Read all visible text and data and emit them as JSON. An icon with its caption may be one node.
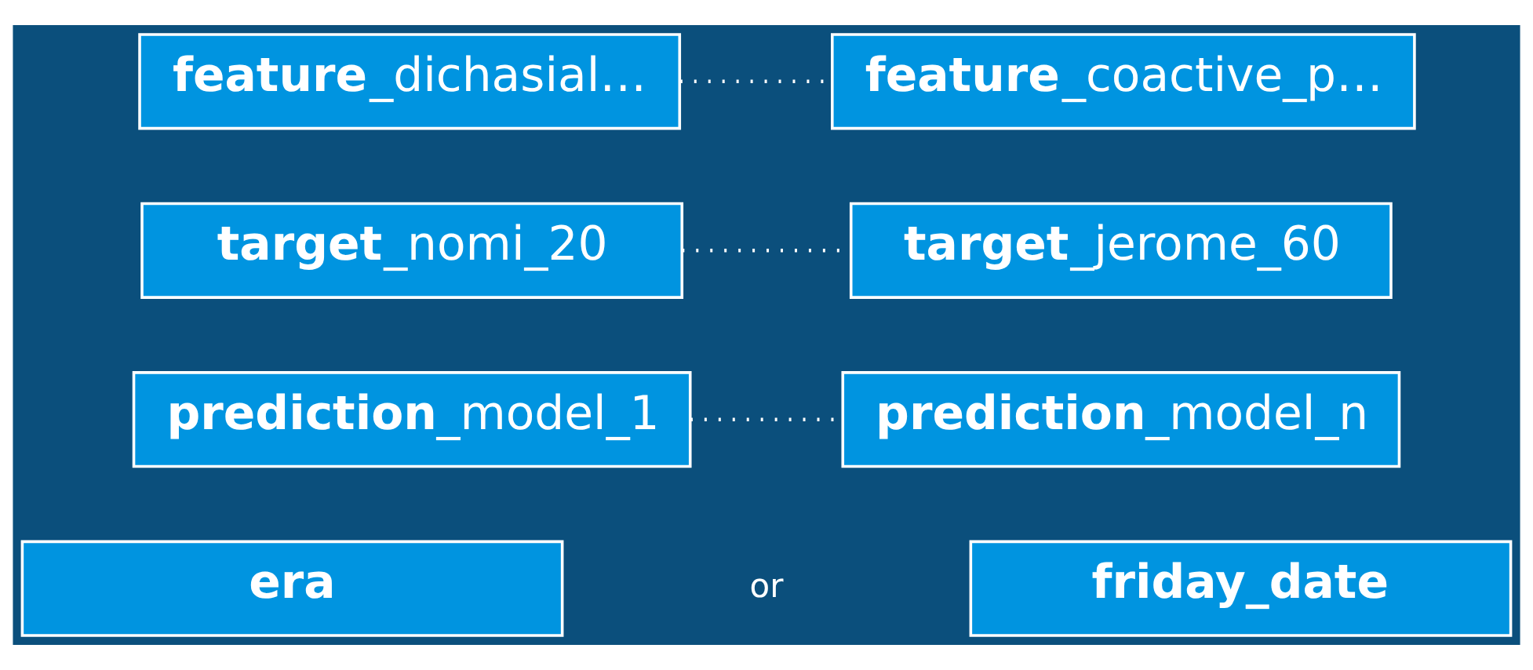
{
  "diagram": {
    "nodes": [
      {
        "text": [
          "**feature**_dichasial…"
        ]
      },
      {
        "text": [
          "**feature**_coactive_p…"
        ]
      },
      {
        "text": [
          "**target**_nomi_20"
        ]
      },
      {
        "text": [
          "**target**_jerome_60"
        ]
      },
      {
        "text": [
          "**prediction**_model_1"
        ]
      },
      {
        "text": [
          "**prediction**_model_n"
        ]
      },
      {
        "text": [
          "**era**"
        ]
      },
      {
        "text": [
          "**friday_date**"
        ]
      }
    ],
    "edges": [
      {
        "from": 0,
        "to": 1,
        "arrow": "none",
        "style": "dashed"
      },
      {
        "from": 2,
        "to": 3,
        "arrow": "none",
        "style": "dashed"
      },
      {
        "from": 4,
        "to": 5,
        "arrow": "none",
        "style": "dashed"
      }
    ],
    "labels": [
      "or"
    ]
  }
}
